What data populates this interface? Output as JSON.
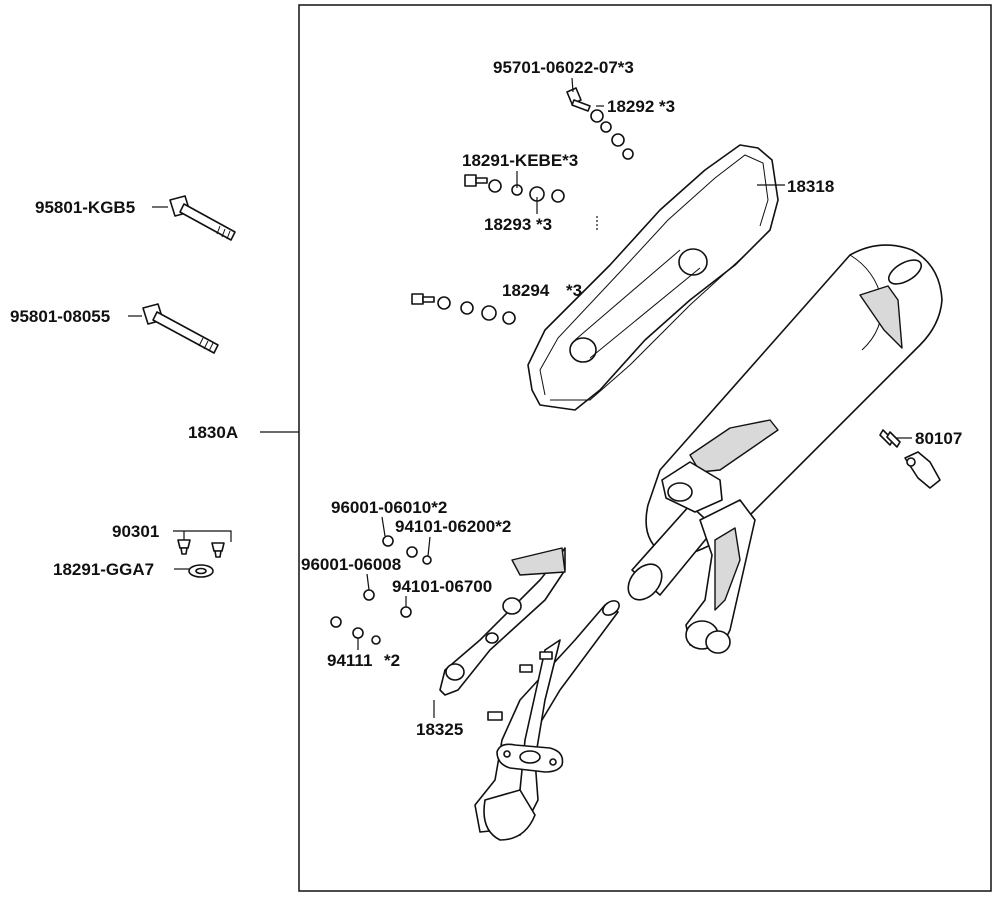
{
  "labels": {
    "p95701": "95701-06022-07*3",
    "p18292": "18292 *3",
    "p18291kebe": "18291-KEBE*3",
    "p18293": "18293 *3",
    "p18318": "18318",
    "p18294": "18294",
    "p18294qty": "*3",
    "p95801kgb5": "95801-KGB5",
    "p95801_08055": "95801-08055",
    "p1830a": "1830A",
    "p80107": "80107",
    "p90301": "90301",
    "p18291gga7": "18291-GGA7",
    "p96001_06010": "96001-06010*2",
    "p94101_06200": "94101-06200*2",
    "p96001_06008": "96001-06008",
    "p94101_06700": "94101-06700",
    "p94111": "94111",
    "p94111qty": "*2",
    "p18325": "18325"
  },
  "colors": {
    "line": "#111111",
    "fill": "#ffffff",
    "shade": "#d9d9d9"
  }
}
